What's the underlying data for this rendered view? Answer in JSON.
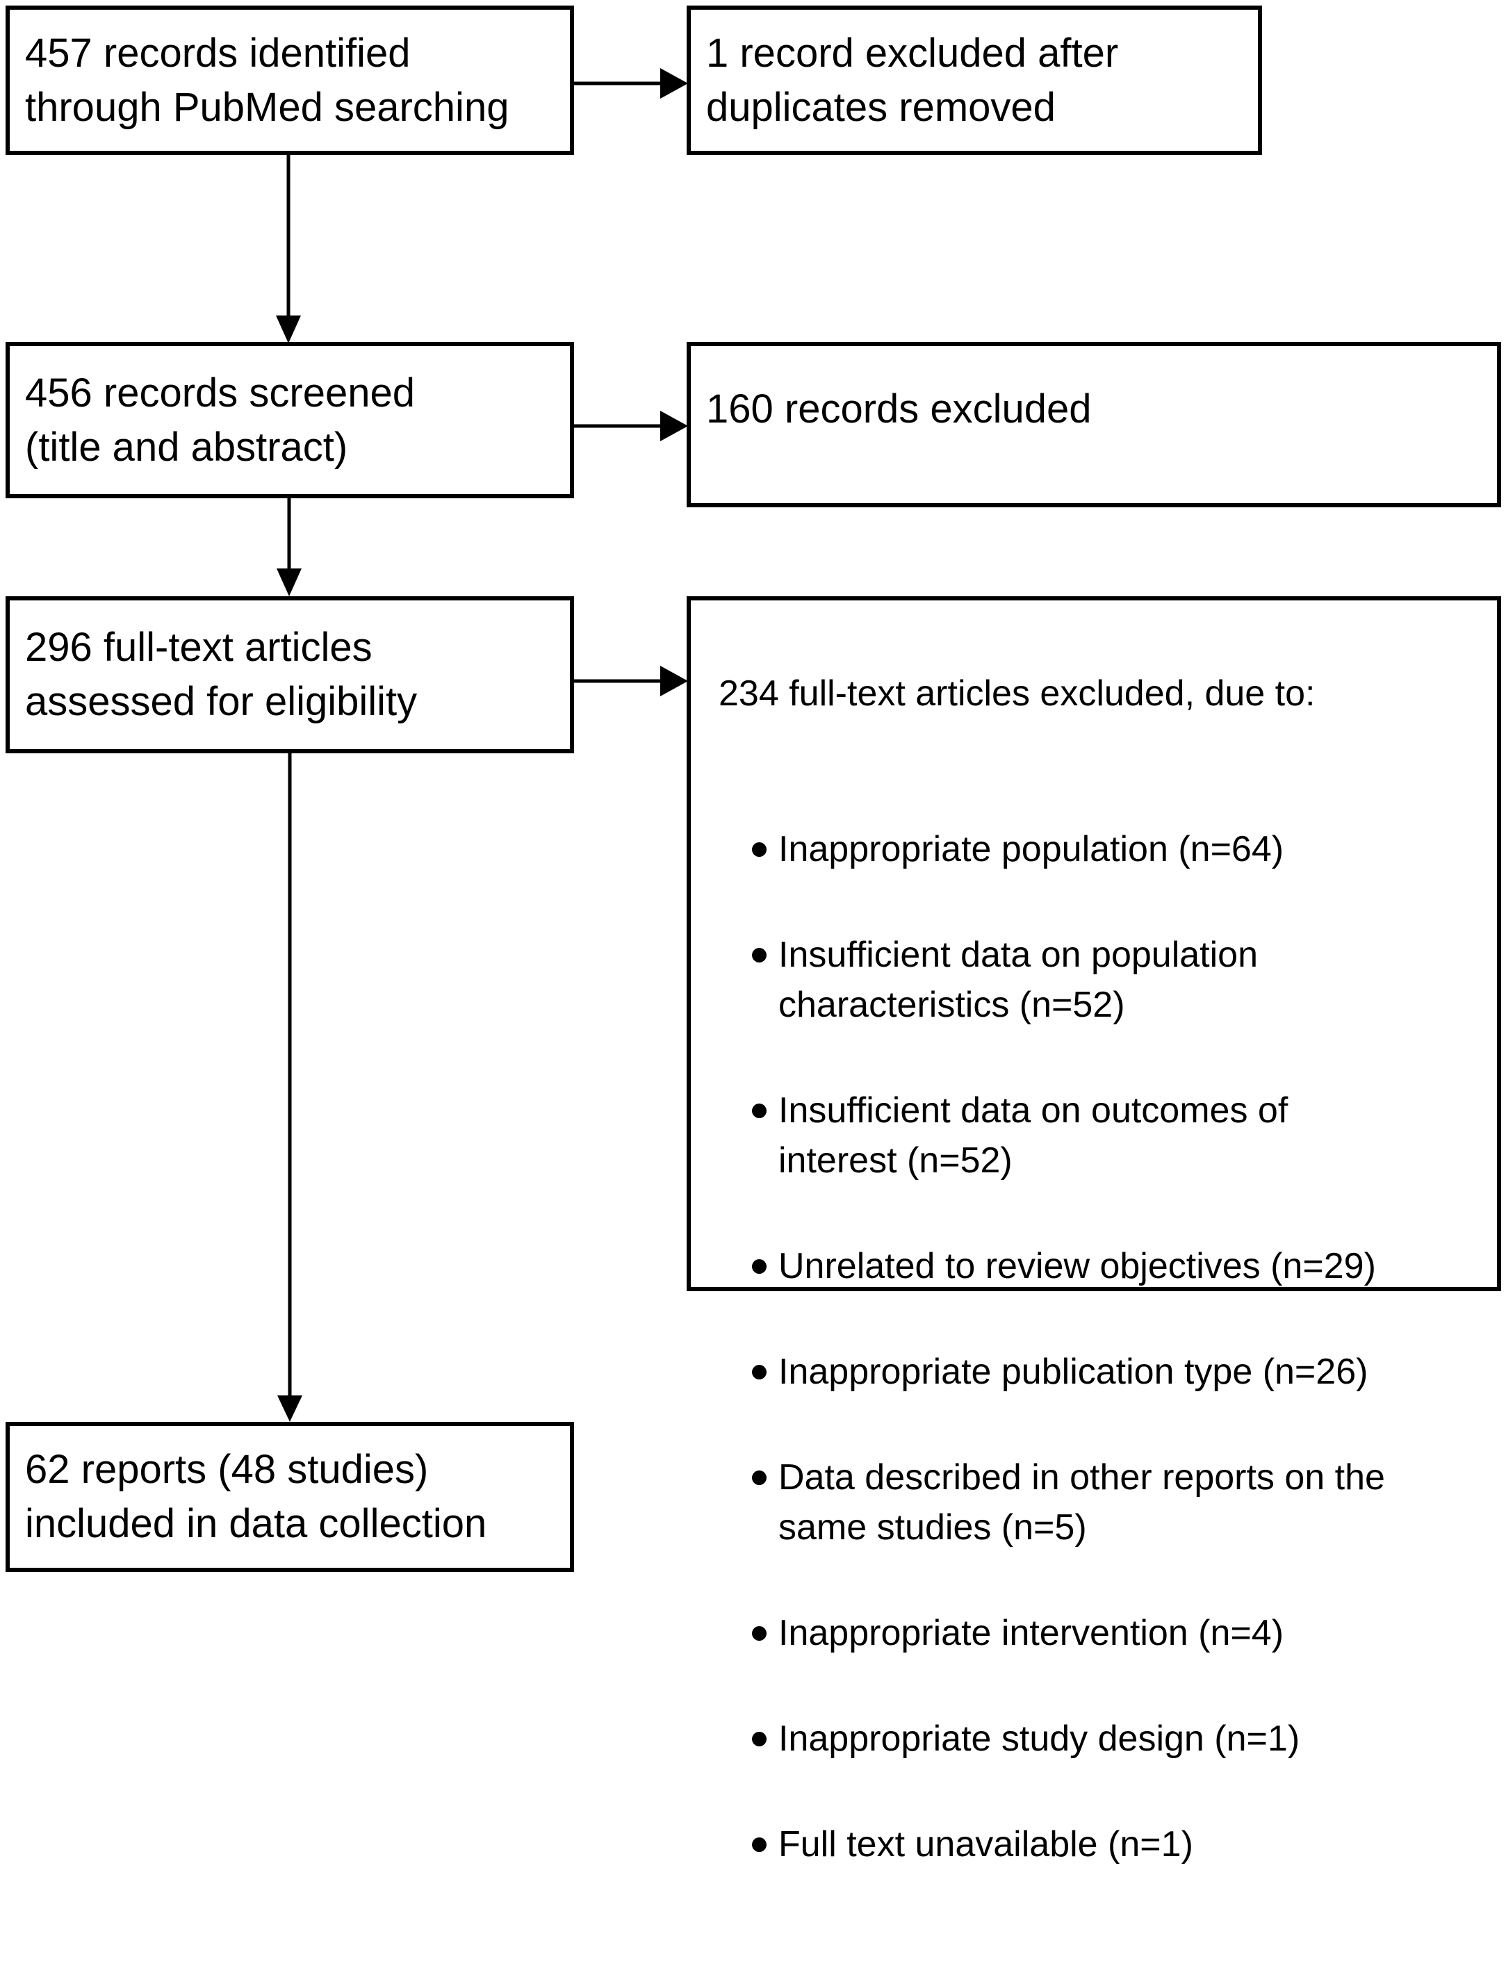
{
  "diagram": {
    "type": "prisma-flow",
    "colors": {
      "line": "#000000",
      "box_border": "#000000",
      "background": "#ffffff",
      "text": "#000000"
    },
    "boxes": {
      "identified": {
        "text": "457 records identified\nthrough PubMed searching"
      },
      "duplicates_excluded": {
        "text": "1 record excluded after\nduplicates removed"
      },
      "screened": {
        "text": "456 records screened\n(title and abstract)"
      },
      "records_excluded": {
        "text": "160 records excluded"
      },
      "fulltext_assessed": {
        "text": "296 full-text articles\nassessed for eligibility"
      },
      "fulltext_excluded": {
        "title": "234 full-text articles excluded, due to:",
        "reasons": [
          "Inappropriate population (n=64)",
          "Insufficient data on population\ncharacteristics (n=52)",
          "Insufficient data on outcomes of\ninterest (n=52)",
          "Unrelated to review objectives (n=29)",
          "Inappropriate publication type (n=26)",
          "Data described in other reports on the\nsame studies (n=5)",
          "Inappropriate intervention (n=4)",
          "Inappropriate study design (n=1)",
          "Full text unavailable (n=1)"
        ]
      },
      "included": {
        "text": "62 reports (48 studies)\nincluded in data collection"
      }
    }
  }
}
